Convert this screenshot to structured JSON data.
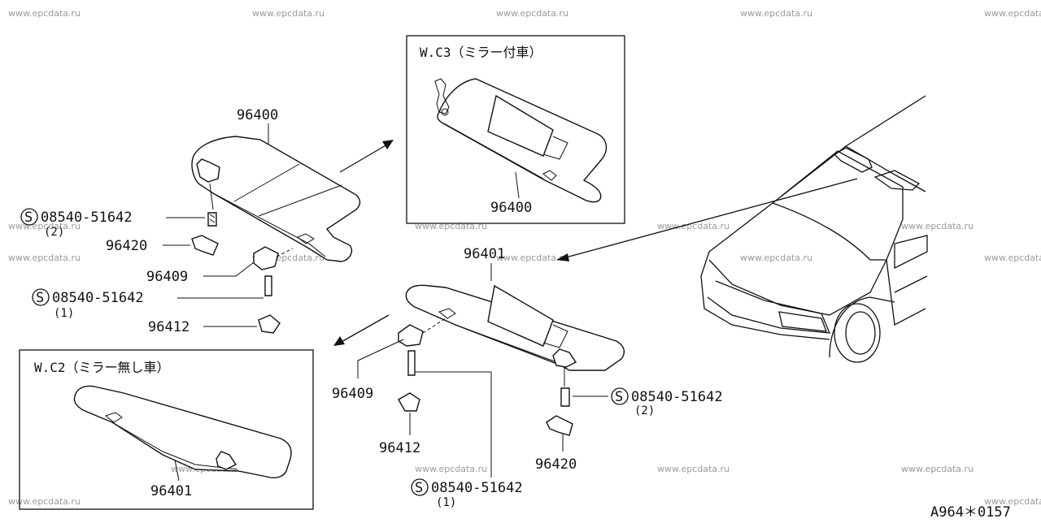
{
  "watermark": "www.epcdata.ru",
  "inset_top": {
    "title": "W.C3（ミラー付車）",
    "part_no": "96400"
  },
  "inset_bottom": {
    "title": "W.C2（ミラー無し車）",
    "part_no": "96401"
  },
  "left_assembly": {
    "visor_no": "96400",
    "screw_code": "08540-51642",
    "screw_qty": "(2)",
    "bracket_no": "96420",
    "holder_no": "96409",
    "screw2_code": "08540-51642",
    "screw2_qty": "(1)",
    "cover_no": "96412"
  },
  "center_assembly": {
    "visor_no": "96401",
    "holder_no": "96409",
    "cover_no": "96412",
    "screw_code": "08540-51642",
    "screw_qty": "(1)",
    "right_screw_code": "08540-51642",
    "right_screw_qty": "(2)",
    "bracket_no": "96420"
  },
  "screw_symbol": "S",
  "diagram_code": "A964＊0157"
}
